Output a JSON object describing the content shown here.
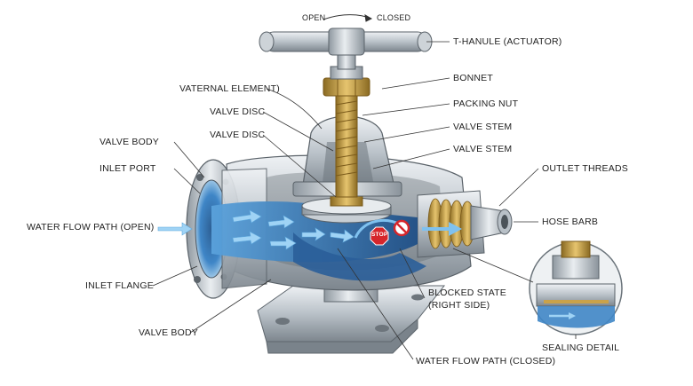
{
  "top": {
    "open": "OPEN",
    "closed": "CLOSED"
  },
  "labels": {
    "t_handle": "T-HANULE (ACTUATOR)",
    "bonnet": "BONNET",
    "packing_nut": "PACKING NUT",
    "valve_stem_1": "VALVE STEM",
    "valve_stem_2": "VALVE STEM",
    "outlet_threads": "OUTLET THREADS",
    "hose_barb": "HOSE BARB",
    "internal_element": "VATERNAL ELEMENT)",
    "valve_disc_1": "VALVE DISC",
    "valve_disc_2": "VALVE DISC",
    "valve_body_1": "VALVE BODY",
    "inlet_port": "INLET PORT",
    "water_flow_open": "WATER FLOW PATH (OPEN)",
    "inlet_flange": "INLET FLANGE",
    "valve_body_2": "VALVE BODY",
    "blocked_state_1": "BLOCKED STATE",
    "blocked_state_2": "(RIGHT SIDE)",
    "water_flow_closed": "WATER FLOW PATH (CLOSED)",
    "sealing_detail": "SEALING DETAIL",
    "stop_sign": "STOP"
  },
  "colors": {
    "metal_light": "#d8dde2",
    "metal_mid": "#a9b2ba",
    "metal_dark": "#6f7880",
    "brass": "#c9a24a",
    "brass_dark": "#8a6a22",
    "water": "#3f86c7",
    "water_dark": "#1f4f86",
    "arrow": "#8cc8f0",
    "stop_red": "#d6262b"
  }
}
